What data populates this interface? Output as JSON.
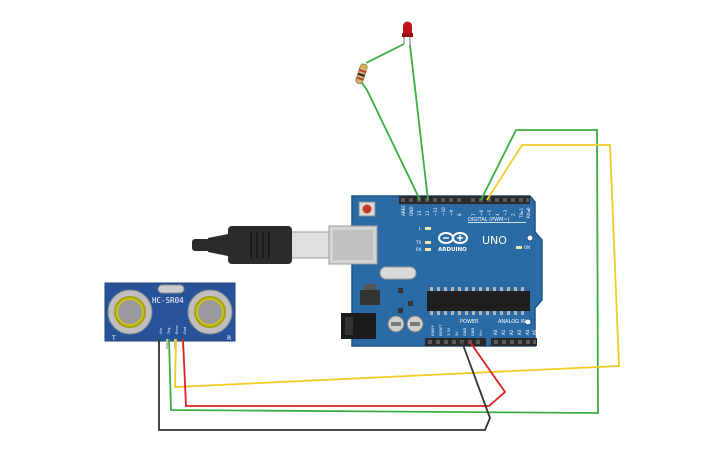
{
  "colors": {
    "board": "#2a6aa5",
    "board_dark": "#1f5487",
    "header": "#2a2a2a",
    "sensor": "#27539b",
    "wire_green": "#3aae41",
    "wire_yellow": "#f2cc26",
    "wire_red": "#e02020",
    "wire_black": "#333333",
    "led": "#c0101a",
    "usb_metal": "#c8c8c8"
  },
  "icons": {
    "arduino_logo": "infinity-icon",
    "reset": "reset-button-icon"
  },
  "arduino": {
    "brand": "ARDUINO",
    "model": "UNO",
    "digital_label": "DIGITAL (PWM~)",
    "power_label": "POWER",
    "analog_label": "ANALOG IN",
    "on_label": "ON",
    "l_label": "L",
    "tx_label": "TX",
    "rx_label": "RX",
    "digital_pins": [
      "AREF",
      "GND",
      "13",
      "12",
      "~11",
      "~10",
      "~9",
      "8",
      "7",
      "~6",
      "~5",
      "4",
      "~3",
      "2",
      "TX▸1",
      "RX◂0"
    ],
    "power_pins": [
      "IOREF",
      "RESET",
      "3.3V",
      "5V",
      "GND",
      "GND",
      "Vin"
    ],
    "analog_pins": [
      "A0",
      "A1",
      "A2",
      "A3",
      "A4",
      "A5"
    ]
  },
  "sensor": {
    "model": "HC-SR04",
    "left_mark": "T",
    "right_mark": "R",
    "pins": [
      "Vcc",
      "Trig",
      "Echo",
      "Gnd"
    ]
  }
}
